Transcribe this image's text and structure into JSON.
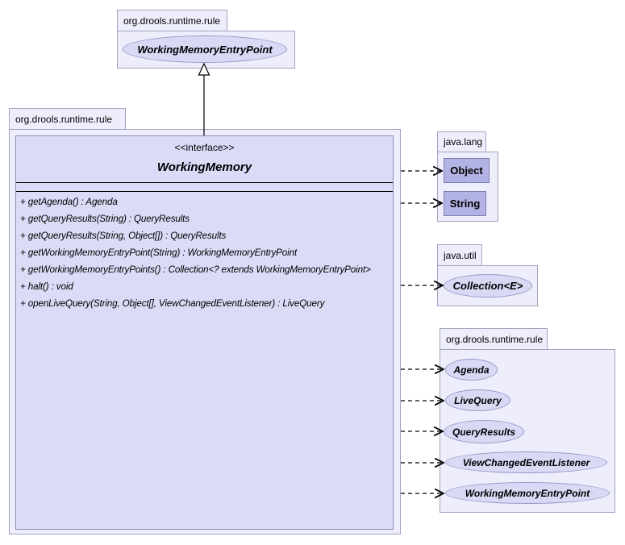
{
  "diagram": {
    "top_package": {
      "name": "org.drools.runtime.rule",
      "node": "WorkingMemoryEntryPoint"
    },
    "main_package": {
      "name": "org.drools.runtime.rule"
    },
    "interface": {
      "stereotype": "<<interface>>",
      "name": "WorkingMemory",
      "methods": [
        "+ getAgenda() : Agenda",
        "+ getQueryResults(String) : QueryResults",
        "+ getQueryResults(String, Object[]) : QueryResults",
        "+ getWorkingMemoryEntryPoint(String) : WorkingMemoryEntryPoint",
        "+ getWorkingMemoryEntryPoints() : Collection<? extends WorkingMemoryEntryPoint>",
        "+ halt() : void",
        "+ openLiveQuery(String, Object[], ViewChangedEventListener) : LiveQuery"
      ]
    },
    "java_lang_package": {
      "name": "java.lang",
      "classes": [
        "Object",
        "String"
      ]
    },
    "java_util_package": {
      "name": "java.util",
      "node": "Collection<E>"
    },
    "ref_package": {
      "name": "org.drools.runtime.rule",
      "nodes": [
        "Agenda",
        "LiveQuery",
        "QueryResults",
        "ViewChangedEventListener",
        "WorkingMemoryEntryPoint"
      ]
    },
    "colors": {
      "package_fill": "#ededfb",
      "package_border": "#a3a3c2",
      "class_fill": "#dbdbf7",
      "class_border": "#8c8cb4",
      "ellipse_fill": "#d9d9f6",
      "strong_class_fill": "#b2b2e5",
      "line_color": "#000000"
    }
  }
}
